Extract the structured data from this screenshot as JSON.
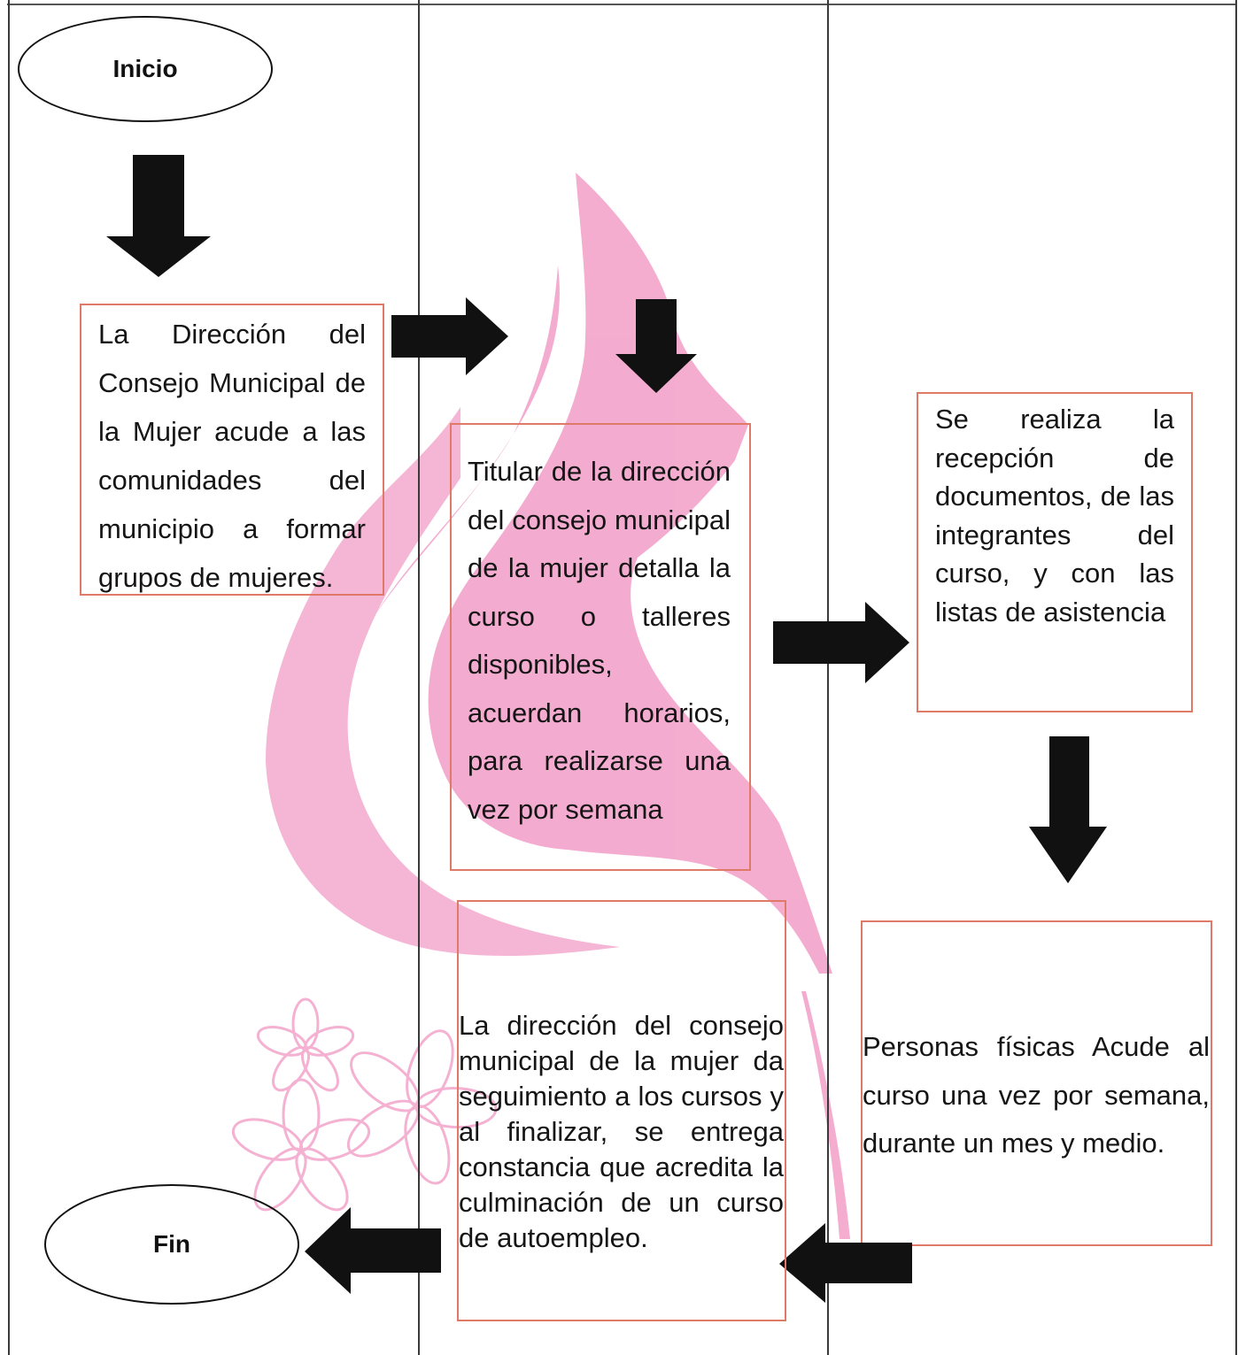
{
  "start_label": "Inicio",
  "end_label": "Fin",
  "steps": {
    "step1": "La Dirección del Consejo Municipal de la Mujer acude a las comunidades del municipio a formar grupos de mujeres.",
    "step2": "Titular de la dirección del consejo municipal de la mujer detalla la curso o talleres disponibles, acuerdan horarios, para realizarse una vez por semana",
    "step3": "Se realiza la recepción de documentos, de las integrantes del curso, y con las listas de asistencia",
    "step4": "Personas físicas Acude al curso una vez por semana, durante un mes y medio.",
    "step5": "La dirección del consejo municipal de la mujer da seguimiento a los cursos y al finalizar, se entrega constancia que acredita la culminación de un curso de autoempleo."
  },
  "colors": {
    "box_border": "#e07a68",
    "watermark": "#f29ec7",
    "arrow": "#111111",
    "lane_line": "#3a3a3a"
  }
}
